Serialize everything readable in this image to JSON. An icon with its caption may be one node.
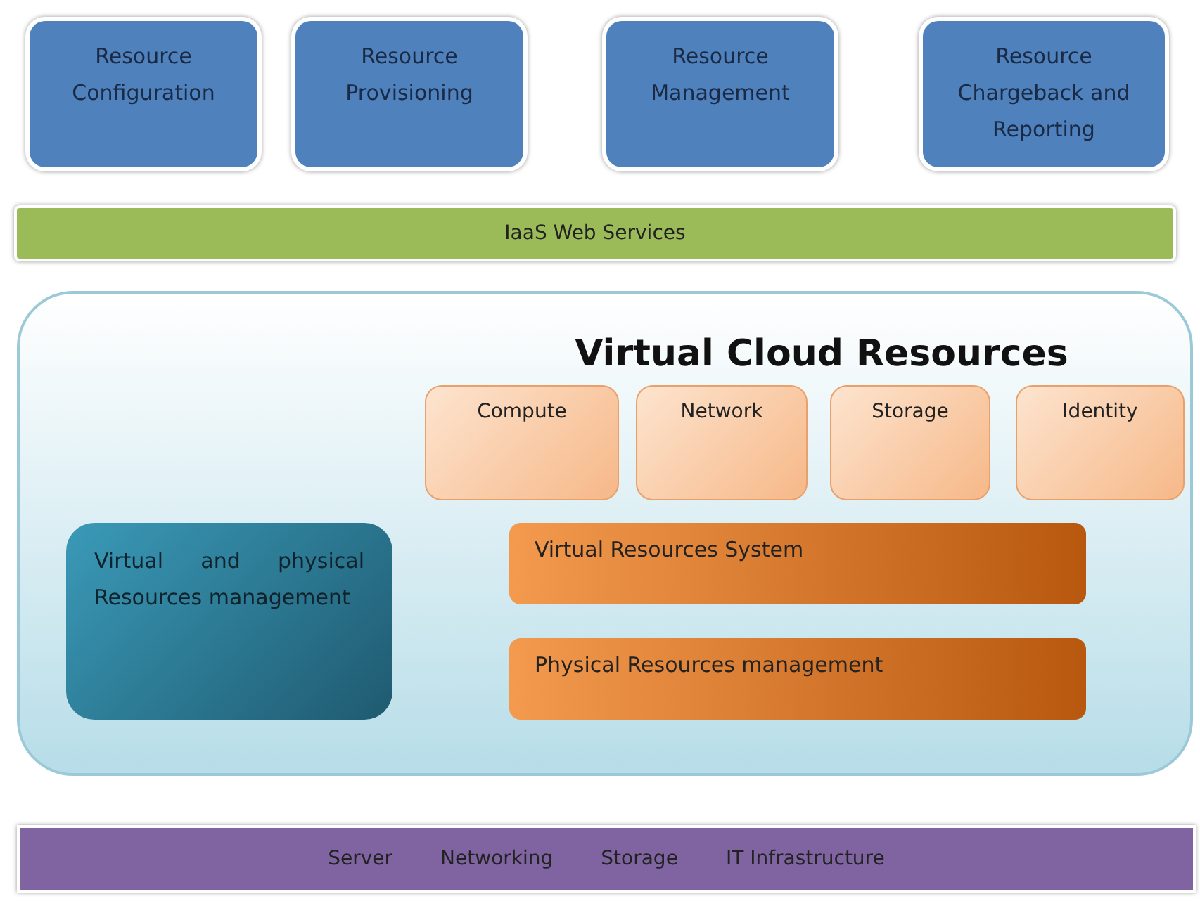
{
  "diagram": {
    "nodes": [
      {
        "text": [
          "Resource Configuration"
        ]
      },
      {
        "text": [
          "Resource Provisioning"
        ]
      },
      {
        "text": [
          "Resource Management"
        ]
      },
      {
        "text": [
          "Resource Chargeback and Reporting"
        ]
      },
      {
        "text": [
          "IaaS Web Services"
        ]
      },
      {
        "text": [
          "Virtual Cloud Resources"
        ]
      },
      {
        "text": [
          "Compute"
        ],
        "in": 5
      },
      {
        "text": [
          "Network"
        ],
        "in": 5
      },
      {
        "text": [
          "Storage"
        ],
        "in": 5
      },
      {
        "text": [
          "Identity"
        ],
        "in": 5
      },
      {
        "text": [
          "Virtual and physical Resources management"
        ],
        "in": 5
      },
      {
        "text": [
          "Virtual Resources System"
        ],
        "in": 5
      },
      {
        "text": [
          "Physical Resources management"
        ],
        "in": 5
      },
      {
        "text": [
          "Server",
          "Networking",
          "Storage",
          "IT Infrastructure"
        ]
      }
    ],
    "edges": []
  }
}
